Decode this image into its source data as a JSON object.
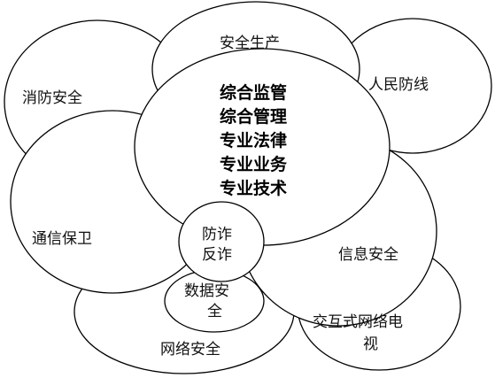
{
  "diagram": {
    "circles": {
      "anquan_shengchan": "安全生产",
      "renmin_fangxian": "人民防线",
      "xiaofang_anquan": "消防安全",
      "tongxin_baowei": "通信保卫",
      "xinxi_anquan": "信息安全",
      "jiaohu_dianshi": [
        "交互式网络电",
        "视"
      ],
      "wangluo_anquan": "网络安全",
      "shuju_anquan": [
        "数据安",
        "全"
      ],
      "fangzha_fanzha": [
        "防诈",
        "反诈"
      ]
    },
    "center": {
      "lines": [
        "综合监管",
        "综合管理",
        "专业法律",
        "专业业务",
        "专业技术"
      ]
    }
  }
}
